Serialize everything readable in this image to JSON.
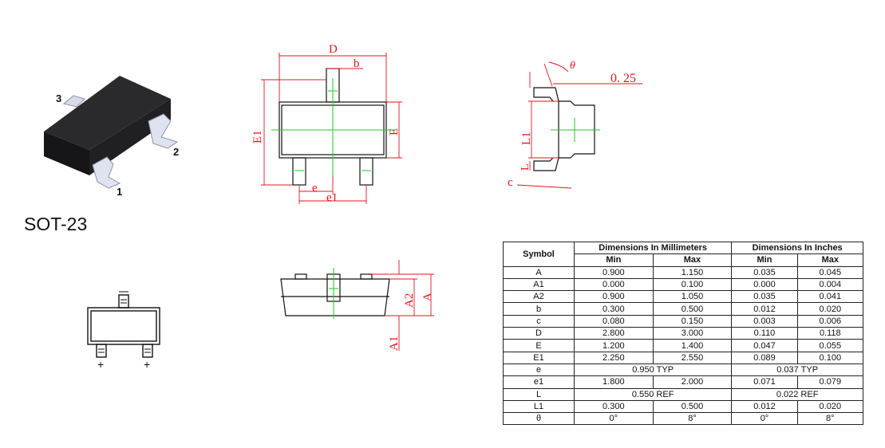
{
  "package": "SOT-23",
  "pins": {
    "p1": "1",
    "p2": "2",
    "p3": "3"
  },
  "drawing_labels": {
    "top_view": {
      "D": "D",
      "b": "b",
      "E1": "E1",
      "E": "E",
      "e": "e",
      "e1": "e1"
    },
    "side_view": {
      "theta": "θ",
      "gauge": "0. 25",
      "L1": "L1",
      "L": "L",
      "c": "c"
    },
    "front_view": {
      "A": "A",
      "A2": "A2",
      "A1": "A1"
    },
    "footprint": {
      "plus_left": "+",
      "plus_right": "+"
    }
  },
  "colors": {
    "dimension": "#e0141e",
    "centerline": "#1ec81e",
    "outline": "#111111",
    "body": "#1e1e20"
  },
  "table": {
    "symbol_header": "Symbol",
    "mm_header": "Dimensions In Millimeters",
    "in_header": "Dimensions In Inches",
    "min": "Min",
    "max": "Max",
    "rows": [
      {
        "sym": "A",
        "mm_min": "0.900",
        "mm_max": "1.150",
        "in_min": "0.035",
        "in_max": "0.045"
      },
      {
        "sym": "A1",
        "mm_min": "0.000",
        "mm_max": "0.100",
        "in_min": "0.000",
        "in_max": "0.004"
      },
      {
        "sym": "A2",
        "mm_min": "0.900",
        "mm_max": "1.050",
        "in_min": "0.035",
        "in_max": "0.041"
      },
      {
        "sym": "b",
        "mm_min": "0.300",
        "mm_max": "0.500",
        "in_min": "0.012",
        "in_max": "0.020"
      },
      {
        "sym": "c",
        "mm_min": "0.080",
        "mm_max": "0.150",
        "in_min": "0.003",
        "in_max": "0.006"
      },
      {
        "sym": "D",
        "mm_min": "2.800",
        "mm_max": "3.000",
        "in_min": "0.110",
        "in_max": "0.118"
      },
      {
        "sym": "E",
        "mm_min": "1.200",
        "mm_max": "1.400",
        "in_min": "0.047",
        "in_max": "0.055"
      },
      {
        "sym": "E1",
        "mm_min": "2.250",
        "mm_max": "2.550",
        "in_min": "0.089",
        "in_max": "0.100"
      },
      {
        "sym": "e",
        "mm_typ": "0.950 TYP",
        "in_typ": "0.037 TYP"
      },
      {
        "sym": "e1",
        "mm_min": "1.800",
        "mm_max": "2.000",
        "in_min": "0.071",
        "in_max": "0.079"
      },
      {
        "sym": "L",
        "mm_typ": "0.550 REF",
        "in_typ": "0.022 REF"
      },
      {
        "sym": "L1",
        "mm_min": "0.300",
        "mm_max": "0.500",
        "in_min": "0.012",
        "in_max": "0.020"
      },
      {
        "sym": "θ",
        "mm_min": "0°",
        "mm_max": "8°",
        "in_min": "0°",
        "in_max": "8°"
      }
    ]
  }
}
